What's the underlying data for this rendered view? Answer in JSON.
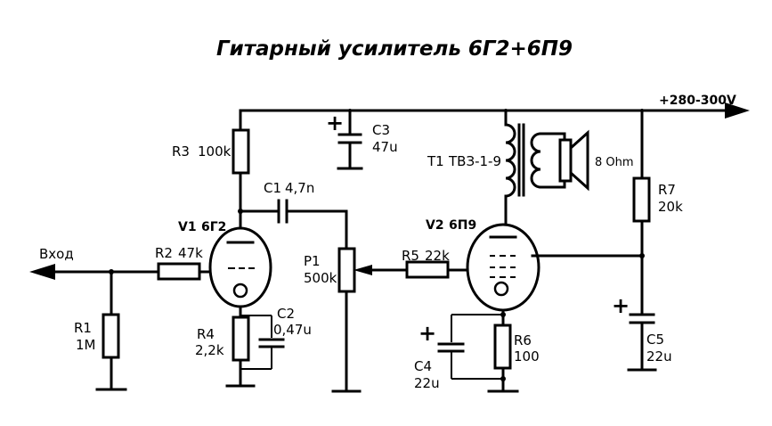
{
  "title": "Гитарный усилитель 6Г2+6П9",
  "supply_label": "+280-300V",
  "input_label": "Вход",
  "components": {
    "r1": {
      "name": "R1",
      "value": "1M"
    },
    "r2": {
      "name": "R2",
      "value": "47k"
    },
    "r3": {
      "name": "R3",
      "value": "100k"
    },
    "r4": {
      "name": "R4",
      "value": "2,2k"
    },
    "r5": {
      "name": "R5",
      "value": "22k"
    },
    "r6": {
      "name": "R6",
      "value": "100"
    },
    "r7": {
      "name": "R7",
      "value": "20k"
    },
    "c1": {
      "name": "C1",
      "value": "4,7n"
    },
    "c2": {
      "name": "C2",
      "value": "0,47u"
    },
    "c3": {
      "name": "C3",
      "value": "47u"
    },
    "c4": {
      "name": "C4",
      "value": "22u"
    },
    "c5": {
      "name": "C5",
      "value": "22u"
    },
    "p1": {
      "name": "P1",
      "value": "500k"
    },
    "t1": {
      "name": "T1",
      "value": "ТВЗ-1-9"
    },
    "v1": {
      "name": "V1",
      "value": "6Г2"
    },
    "v2": {
      "name": "V2",
      "value": "6П9"
    }
  },
  "speaker_label": "8 Ohm",
  "polarity_symbol": "+"
}
